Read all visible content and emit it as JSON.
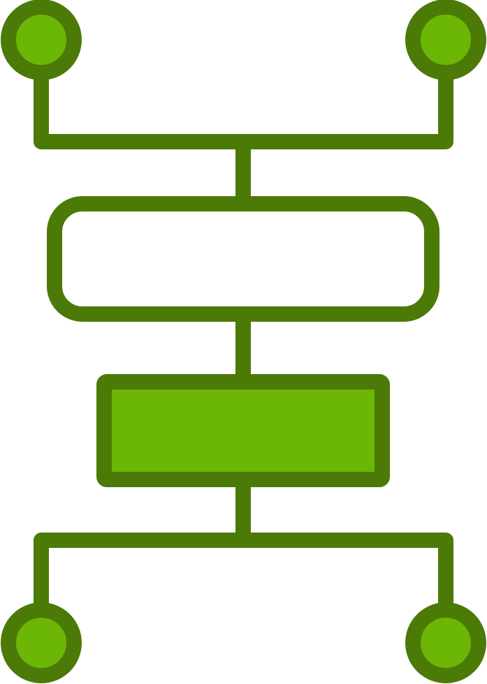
{
  "icon": {
    "name": "workflow-diagram-icon",
    "colors": {
      "outline": "#4b7a06",
      "fill": "#6cb606",
      "background": "#ffffff"
    },
    "nodes": [
      {
        "id": "top-left",
        "shape": "circle",
        "filled": true
      },
      {
        "id": "top-right",
        "shape": "circle",
        "filled": true
      },
      {
        "id": "process",
        "shape": "rounded-rectangle",
        "filled": false
      },
      {
        "id": "block",
        "shape": "rectangle",
        "filled": true
      },
      {
        "id": "bottom-left",
        "shape": "circle",
        "filled": true
      },
      {
        "id": "bottom-right",
        "shape": "circle",
        "filled": true
      }
    ]
  }
}
